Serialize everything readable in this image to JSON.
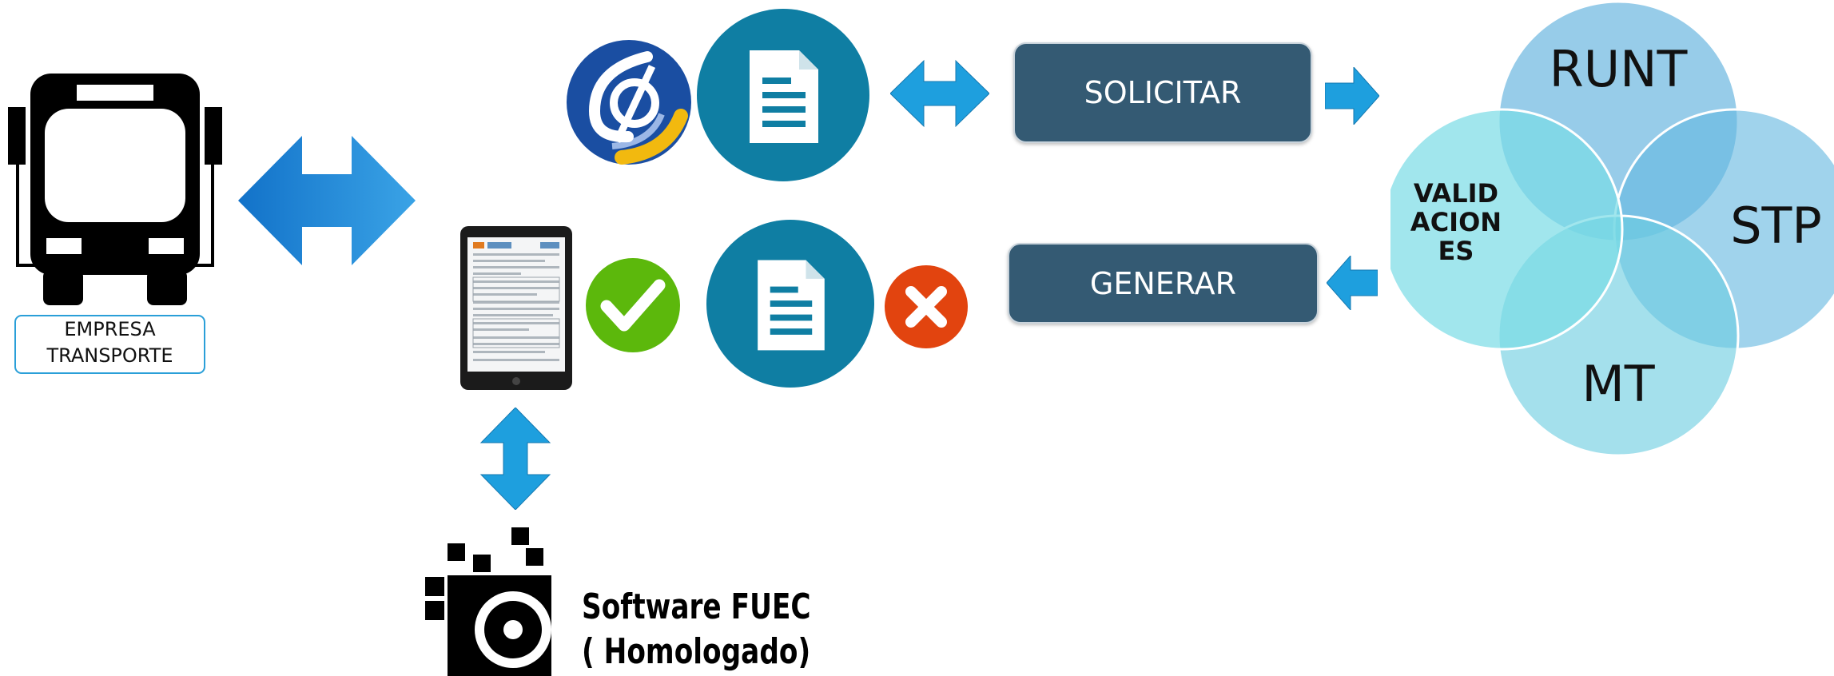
{
  "empresa": {
    "line1": "EMPRESA",
    "line2": "TRANSPORTE"
  },
  "buttons": {
    "solicitar": "SOLICITAR",
    "generar": "GENERAR"
  },
  "venn": {
    "top": "RUNT",
    "right": "STP",
    "bottom": "MT",
    "left": [
      "VALID",
      "ACION",
      "ES"
    ]
  },
  "software": {
    "line1": "Software FUEC",
    "line2": "( Homologado)"
  },
  "colors": {
    "arrow_blue": "#1e9fde",
    "teal_circle": "#0f7ea3",
    "pill": "#345a73",
    "check_green": "#5cb80c",
    "cross_red": "#e2440f"
  },
  "icons": [
    "bus-icon",
    "logo-icon",
    "document-icon",
    "tablet-icon",
    "check-icon",
    "cross-icon",
    "software-logo-icon"
  ]
}
